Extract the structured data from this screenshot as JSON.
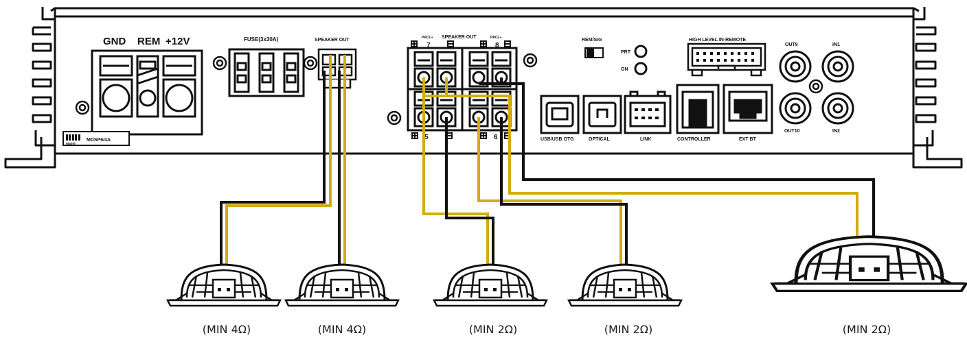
{
  "amplifier": {
    "power_terminal_labels": [
      "GND",
      "REM",
      "+12V"
    ],
    "fuse_label": "FUSE(3x30A)",
    "speaker_out_small_label": "SPEAKER OUT",
    "speaker_out_main_label": "SPEAKER OUT",
    "channel_7": "7",
    "channel_8": "8",
    "channel_5": "5",
    "channel_6": "6",
    "bridge_label_left": "PRCL+",
    "bridge_label_right": "PRCL+",
    "rem_sig_label": "REM/SIG",
    "led_prt": "PRT",
    "led_on": "ON",
    "high_level_label": "HIGH LEVEL IN-REMOTE",
    "usb_label": "USB/USB OTG",
    "optical_label": "OPTICAL",
    "link_label": "LINK",
    "controller_label": "CONTROLLER",
    "ext_bt_label": "EXT BT",
    "out9": "OUT9",
    "out10": "OUT10",
    "in1": "IN1",
    "in2": "IN2",
    "model_label": "MDSP6/4A",
    "brand": "morel"
  },
  "wire_colors": {
    "positive": "#d4ab12",
    "negative": "#111111"
  },
  "speakers": [
    {
      "caption": "(MIN 4Ω)"
    },
    {
      "caption": "(MIN 4Ω)"
    },
    {
      "caption": "(MIN 2Ω)"
    },
    {
      "caption": "(MIN 2Ω)"
    },
    {
      "caption": "(MIN 2Ω)"
    }
  ]
}
